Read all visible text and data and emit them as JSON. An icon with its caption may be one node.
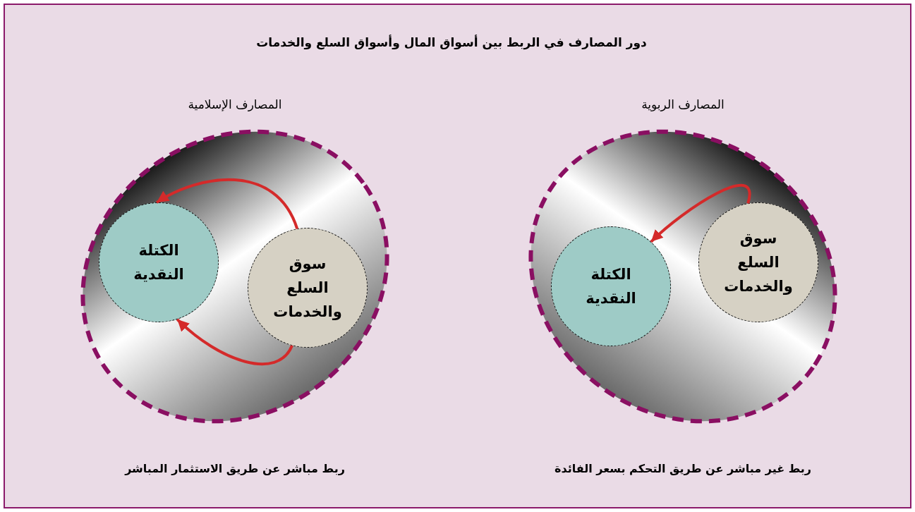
{
  "diagram": {
    "title": "دور المصارف في الربط بين أسواق المال وأسواق السلع والخدمات",
    "nodes": [
      {
        "text": [
          "المصارف الإسلامية"
        ],
        "beside": [
          "ربط مباشر عن طريق الاستثمار المباشر"
        ]
      },
      {
        "text": [
          "الكتلة النقدية"
        ],
        "in": 0
      },
      {
        "text": [
          "سوق السلع والخدمات"
        ],
        "in": 0
      },
      {
        "text": [
          "المصارف الربوية"
        ],
        "beside": [
          "ربط غير مباشر عن طريق التحكم بسعر الفائدة"
        ]
      },
      {
        "text": [
          "سوق السلع والخدمات"
        ],
        "in": 3
      },
      {
        "text": [
          "الكتلة النقدية"
        ],
        "in": 3
      }
    ],
    "edges": [
      {
        "from": 2,
        "to": 1,
        "arrow": "to"
      },
      {
        "from": 2,
        "to": 1,
        "arrow": "to"
      },
      {
        "from": 4,
        "to": 5,
        "arrow": "to"
      }
    ]
  }
}
